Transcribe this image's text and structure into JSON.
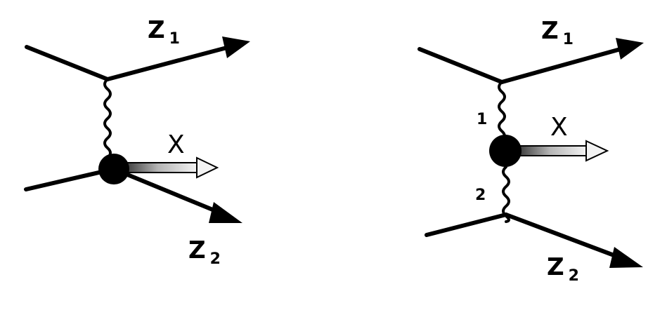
{
  "diagrams": [
    {
      "z1": {
        "letter": "Z",
        "subscript": "1"
      },
      "x_label": "X",
      "z2": {
        "letter": "Z",
        "subscript": "2"
      }
    },
    {
      "z1": {
        "letter": "Z",
        "subscript": "1"
      },
      "x_label": "X",
      "z2": {
        "letter": "Z",
        "subscript": "2"
      },
      "boson_label_upper": "1",
      "boson_label_lower": "2"
    }
  ],
  "colors": {
    "lines": "#000000",
    "arrow_shading_light": "#f2f2f2",
    "arrow_shading_dark": "#4a4a4a",
    "background": "#ffffff"
  }
}
